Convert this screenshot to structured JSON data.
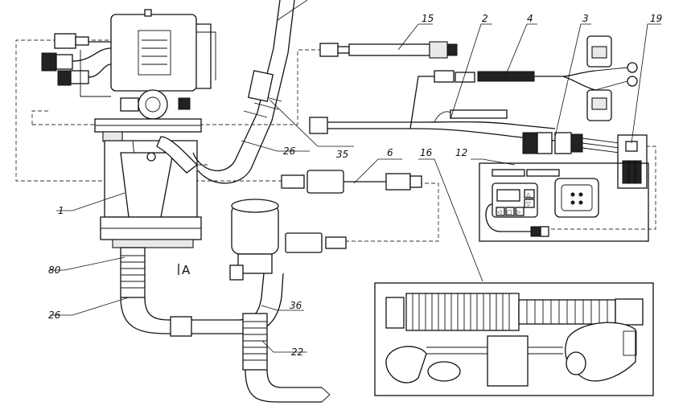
{
  "callouts": {
    "c1": "1",
    "c3": "3",
    "c4": "4",
    "c2": "2",
    "c6": "6",
    "c12": "12",
    "c15": "15",
    "c16": "16",
    "c19": "19",
    "c22": "22",
    "c26_top": "26",
    "c26_bottom": "26",
    "c35": "35",
    "c36": "36",
    "c80": "80"
  },
  "view_label": "A",
  "controller": {
    "buttons": [
      "◁",
      "□",
      "▷",
      "△",
      "▽"
    ]
  }
}
